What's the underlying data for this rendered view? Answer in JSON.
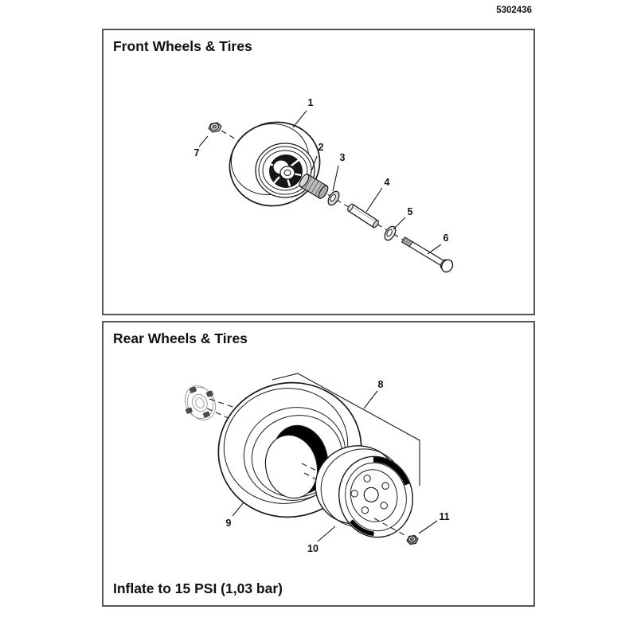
{
  "doc_number": "5302436",
  "front_panel": {
    "title": "Front Wheels & Tires",
    "callouts": [
      "1",
      "2",
      "3",
      "4",
      "5",
      "6",
      "7"
    ]
  },
  "rear_panel": {
    "title": "Rear Wheels & Tires",
    "inflation_note": "Inflate to 15 PSI (1,03 bar)",
    "callouts": [
      "8",
      "9",
      "10",
      "11"
    ]
  },
  "colors": {
    "line": "#1a1a1a",
    "border": "#555555",
    "background": "#ffffff",
    "shade": "#c8c8c8"
  }
}
